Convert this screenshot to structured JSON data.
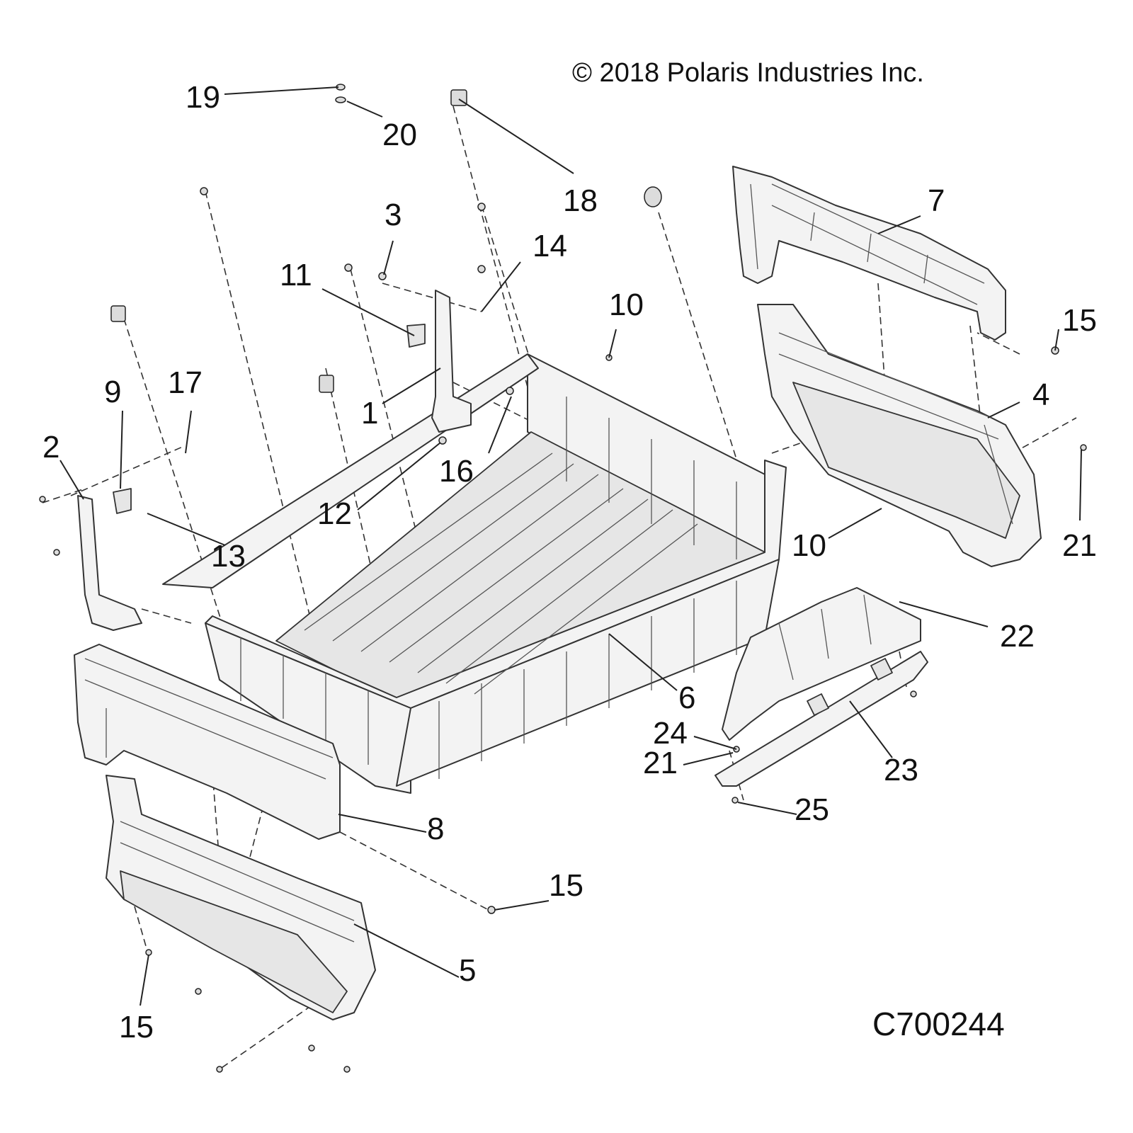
{
  "copyright": "© 2018 Polaris Industries Inc.",
  "drawing_number": "C700244",
  "callouts": [
    "19",
    "20",
    "18",
    "3",
    "14",
    "11",
    "10",
    "7",
    "15",
    "4",
    "1",
    "16",
    "9",
    "17",
    "2",
    "12",
    "13",
    "10",
    "21",
    "22",
    "6",
    "24",
    "21",
    "23",
    "25",
    "8",
    "15",
    "5",
    "15"
  ]
}
